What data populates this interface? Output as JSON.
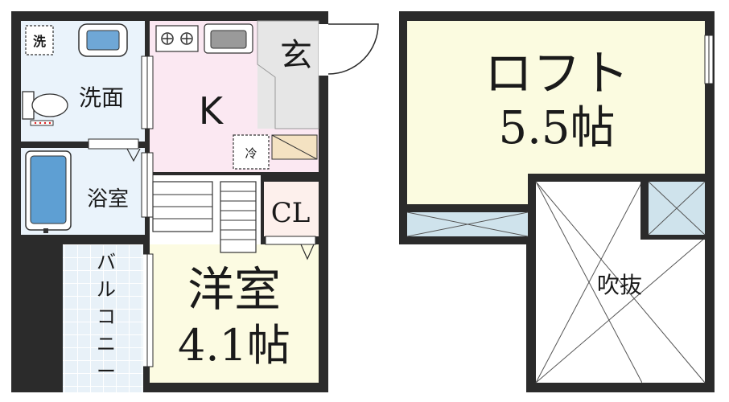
{
  "rooms": {
    "washer": "洗",
    "washroom": "洗面",
    "kitchen": "K",
    "fridge": "冷",
    "entrance": "玄",
    "bath": "浴室",
    "closet": "CL",
    "western_room": "洋室",
    "western_size": "4.1帖",
    "balcony": [
      "バ",
      "ル",
      "コ",
      "ニ",
      "ー"
    ],
    "loft": "ロフト",
    "loft_size": "5.5帖",
    "atrium": "吹抜"
  },
  "colors": {
    "wall": "#2b2b2b",
    "wet_area": "#eaf3fb",
    "kitchen": "#fbe8f2",
    "entrance": "#e6e6e6",
    "closet": "#fdf0ec",
    "western_room": "#fcfbe2",
    "loft": "#fbfbe0",
    "balcony": "#e8f1f8",
    "skylight": "#cfe3ec"
  }
}
